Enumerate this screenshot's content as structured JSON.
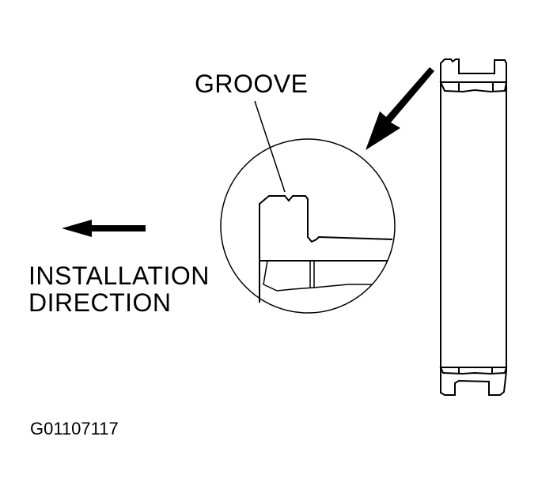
{
  "labels": {
    "groove": "GROOVE",
    "installation_line1": "INSTALLATION",
    "installation_line2": "DIRECTION",
    "figure_id": "G01107117"
  },
  "colors": {
    "ink": "#000000",
    "background": "#ffffff"
  }
}
